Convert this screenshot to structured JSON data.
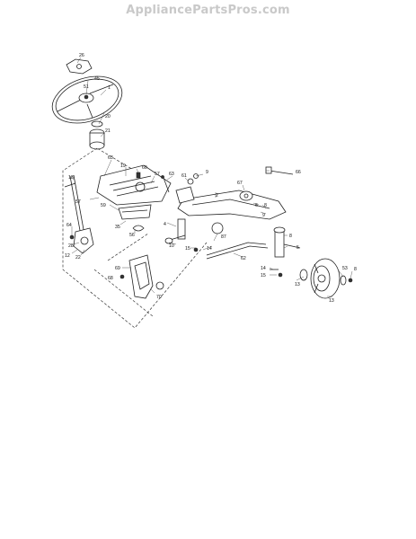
{
  "header": {
    "site_name": "AppliancePartsPros.com"
  },
  "callouts": [
    {
      "id": "c-26",
      "text": "26"
    },
    {
      "id": "c-45",
      "text": "45"
    },
    {
      "id": "c-51",
      "text": "51"
    },
    {
      "id": "c-1",
      "text": "1"
    },
    {
      "id": "c-20",
      "text": "20"
    },
    {
      "id": "c-21",
      "text": "21"
    },
    {
      "id": "c-63a",
      "text": "63"
    },
    {
      "id": "c-19",
      "text": "19"
    },
    {
      "id": "c-60",
      "text": "60"
    },
    {
      "id": "c-57a",
      "text": "57"
    },
    {
      "id": "c-63b",
      "text": "63"
    },
    {
      "id": "c-61",
      "text": "61"
    },
    {
      "id": "c-9a",
      "text": "9"
    },
    {
      "id": "c-18",
      "text": "18"
    },
    {
      "id": "c-57b",
      "text": "57"
    },
    {
      "id": "c-59",
      "text": "59"
    },
    {
      "id": "c-35",
      "text": "35"
    },
    {
      "id": "c-56",
      "text": "56"
    },
    {
      "id": "c-66",
      "text": "66"
    },
    {
      "id": "c-67",
      "text": "67"
    },
    {
      "id": "c-2",
      "text": "2"
    },
    {
      "id": "c-6a",
      "text": "6"
    },
    {
      "id": "c-8a",
      "text": "8"
    },
    {
      "id": "c-9b",
      "text": "9"
    },
    {
      "id": "c-4",
      "text": "4"
    },
    {
      "id": "c-10",
      "text": "10"
    },
    {
      "id": "c-64",
      "text": "64"
    },
    {
      "id": "c-28",
      "text": "28"
    },
    {
      "id": "c-12",
      "text": "12"
    },
    {
      "id": "c-22",
      "text": "22"
    },
    {
      "id": "c-15a",
      "text": "15"
    },
    {
      "id": "c-14a",
      "text": "14"
    },
    {
      "id": "c-87",
      "text": "87"
    },
    {
      "id": "c-8b",
      "text": "8"
    },
    {
      "id": "c-5",
      "text": "5"
    },
    {
      "id": "c-62",
      "text": "62"
    },
    {
      "id": "c-69",
      "text": "69"
    },
    {
      "id": "c-68",
      "text": "68"
    },
    {
      "id": "c-70",
      "text": "70"
    },
    {
      "id": "c-14b",
      "text": "14"
    },
    {
      "id": "c-15b",
      "text": "15"
    },
    {
      "id": "c-13a",
      "text": "13"
    },
    {
      "id": "c-53",
      "text": "53"
    },
    {
      "id": "c-8c",
      "text": "8"
    },
    {
      "id": "c-13b",
      "text": "13"
    }
  ]
}
